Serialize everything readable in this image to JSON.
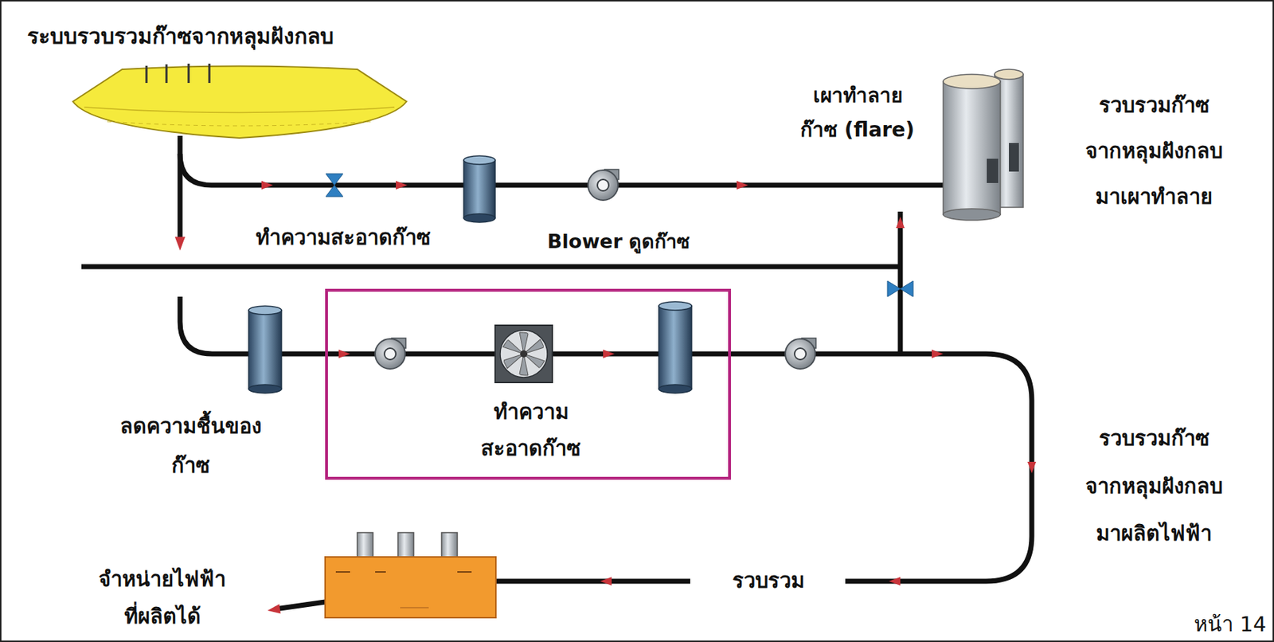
{
  "diagram": {
    "title": "ระบบรวบรวมก๊าซจากหลุมฝังกลบ",
    "nodes": [
      {
        "text": [
          "ทำความ สะอาดก๊าซ"
        ]
      }
    ],
    "labels": [
      "ทำความสะอาดก๊าซ",
      "Blower ดูดก๊าซ",
      "เผาทำลาย ก๊าซ (flare)",
      "รวบรวมก๊าซ จากหลุมฝังกลบ มาเผาทำลาย",
      "ลดความชื้นของ ก๊าซ",
      "รวบรวมก๊าซ จากหลุมฝังกลบ มาผลิตไฟฟ้า",
      "รวบรวม",
      "จำหน่ายไฟฟ้า ที่ผลิตได้",
      "หน้า 14"
    ]
  }
}
